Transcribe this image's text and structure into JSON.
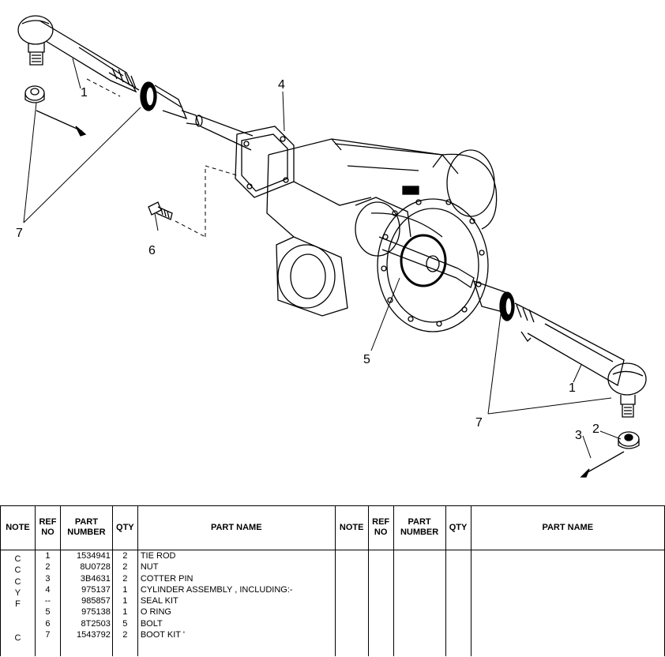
{
  "callouts": {
    "tie_rod_left": "1",
    "tie_rod_right": "1",
    "nut": "2",
    "cotter_pin": "3",
    "cylinder_assembly": "4",
    "o_ring": "5",
    "bolt": "6",
    "boot_kit_left": "7",
    "boot_kit_right": "7"
  },
  "table": {
    "headers": {
      "note": "NOTE",
      "ref_no": "REF NO",
      "part_number": "PART NUMBER",
      "qty": "QTY",
      "part_name": "PART NAME"
    },
    "rows": [
      {
        "note": "C",
        "ref": "1",
        "part_number": "1534941",
        "qty": "2",
        "name": "TIE ROD"
      },
      {
        "note": "C",
        "ref": "2",
        "part_number": "8U0728",
        "qty": "2",
        "name": "NUT"
      },
      {
        "note": "C",
        "ref": "3",
        "part_number": "3B4631",
        "qty": "2",
        "name": "COTTER PIN"
      },
      {
        "note": "Y",
        "ref": "4",
        "part_number": "975137",
        "qty": "1",
        "name": "CYLINDER ASSEMBLY , INCLUDING:-"
      },
      {
        "note": "F",
        "ref": "--",
        "part_number": "985857",
        "qty": "1",
        "name": "SEAL KIT"
      },
      {
        "note": "",
        "ref": "5",
        "part_number": "975138",
        "qty": "1",
        "name": "O RING"
      },
      {
        "note": "",
        "ref": "6",
        "part_number": "8T2503",
        "qty": "5",
        "name": "BOLT"
      },
      {
        "note": "C",
        "ref": "7",
        "part_number": "1543792",
        "qty": "2",
        "name": "BOOT KIT '"
      }
    ]
  }
}
